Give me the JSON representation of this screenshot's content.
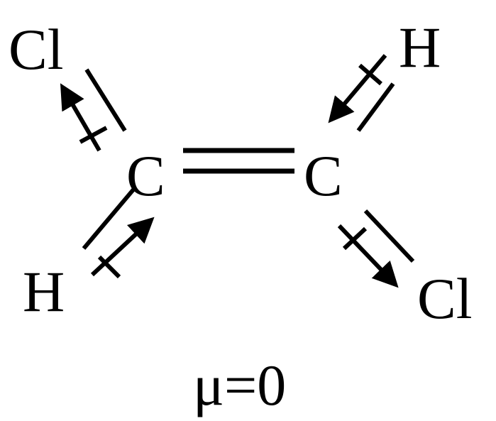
{
  "atoms": {
    "cl_top_left": "Cl",
    "h_top_right": "H",
    "c_left": "C",
    "c_right": "C",
    "h_bottom_left": "H",
    "cl_bottom_right": "Cl"
  },
  "dipole_moment_label": "μ=0",
  "colors": {
    "ink": "#000000",
    "background": "#ffffff"
  }
}
